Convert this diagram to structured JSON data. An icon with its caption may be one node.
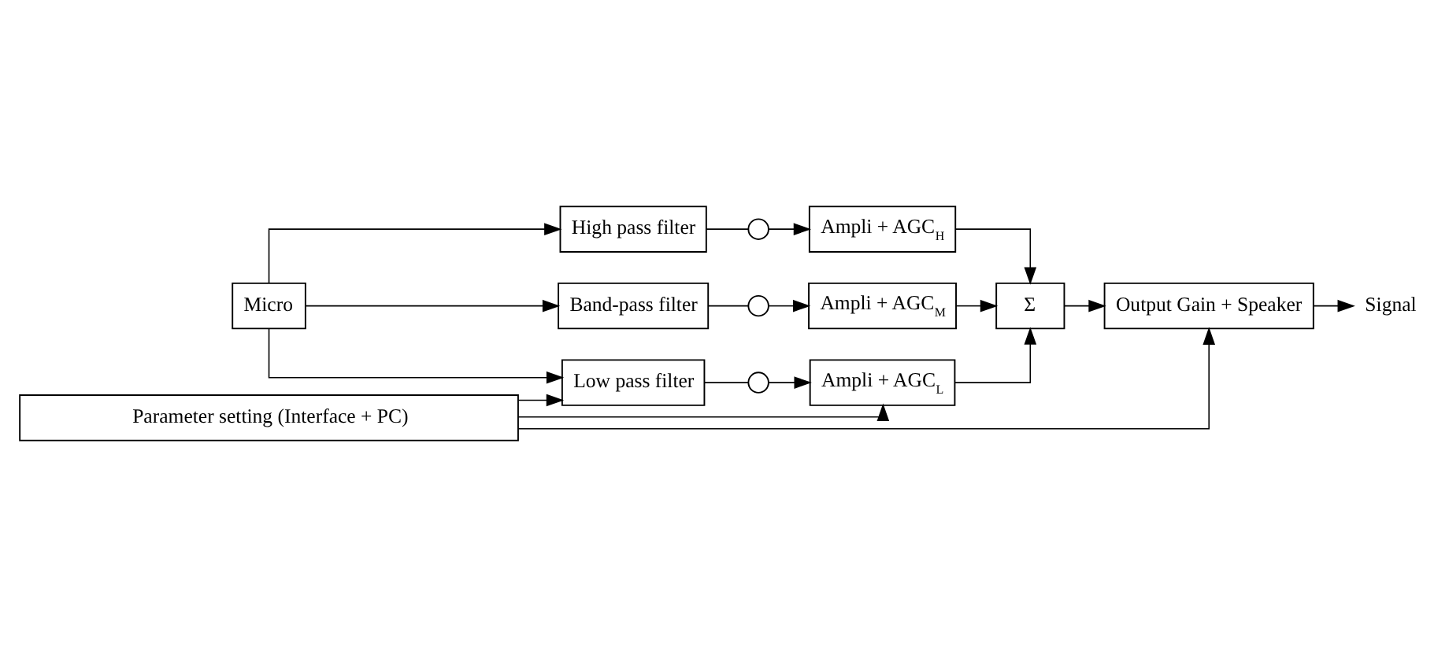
{
  "diagram": {
    "nodes": [
      {
        "text": [
          "Micro"
        ]
      },
      {
        "text": [
          "High pass filter"
        ]
      },
      {
        "text": [
          "Band-pass filter"
        ]
      },
      {
        "text": [
          "Low pass filter"
        ]
      },
      {
        "text": [],
        "shape": "circle"
      },
      {
        "text": [],
        "shape": "circle"
      },
      {
        "text": [],
        "shape": "circle"
      },
      {
        "text": [
          "Ampli + AGC$_{H}$"
        ]
      },
      {
        "text": [
          "Ampli + AGC$_{M}$"
        ]
      },
      {
        "text": [
          "Ampli + AGC$_{L}$"
        ]
      },
      {
        "text": [
          "Σ"
        ]
      },
      {
        "text": [
          "Output Gain + Speaker"
        ]
      },
      {
        "text": [
          "Signal"
        ]
      },
      {
        "text": [
          "Parameter setting (Interface + PC)"
        ]
      }
    ],
    "edges": [
      {
        "from": 0,
        "to": 1,
        "arrow": "to"
      },
      {
        "from": 0,
        "to": 2,
        "arrow": "to"
      },
      {
        "from": 0,
        "to": 3,
        "arrow": "to"
      },
      {
        "from": 1,
        "to": 4,
        "arrow": "none"
      },
      {
        "from": 4,
        "to": 7,
        "arrow": "to"
      },
      {
        "from": 2,
        "to": 5,
        "arrow": "none"
      },
      {
        "from": 5,
        "to": 8,
        "arrow": "to"
      },
      {
        "from": 3,
        "to": 6,
        "arrow": "none"
      },
      {
        "from": 6,
        "to": 9,
        "arrow": "to"
      },
      {
        "from": 7,
        "to": 10,
        "arrow": "to"
      },
      {
        "from": 8,
        "to": 10,
        "arrow": "to"
      },
      {
        "from": 9,
        "to": 10,
        "arrow": "to"
      },
      {
        "from": 10,
        "to": 11,
        "arrow": "to"
      },
      {
        "from": 11,
        "to": 12,
        "arrow": "to"
      },
      {
        "from": 13,
        "to": 3,
        "arrow": "to"
      },
      {
        "from": 13,
        "to": 9,
        "arrow": "to"
      },
      {
        "from": 13,
        "to": 11,
        "arrow": "to"
      }
    ]
  }
}
